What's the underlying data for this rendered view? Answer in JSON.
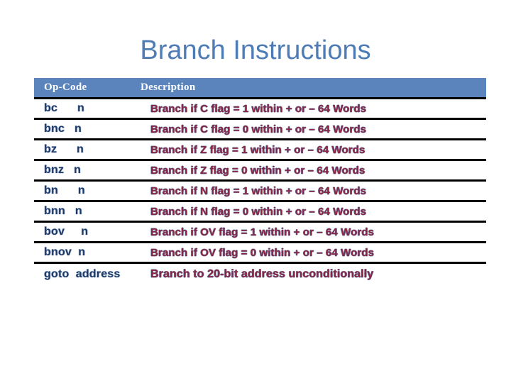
{
  "slide": {
    "title": "Branch Instructions",
    "title_color": "#4f7cb4",
    "background_color": "#ffffff"
  },
  "table": {
    "header_background": "#5b84bd",
    "header_text_color": "#ffffff",
    "opcode_text_color": "#1f3864",
    "description_text_color": "#8b2540",
    "separator_color": "#000000",
    "columns": [
      {
        "key": "opcode",
        "label": "Op-Code"
      },
      {
        "key": "description",
        "label": "Description"
      }
    ],
    "rows": [
      {
        "opcode": "bc      n",
        "description": "Branch if C flag = 1 within + or – 64 Words"
      },
      {
        "opcode": "bnc   n",
        "description": "Branch if C flag = 0 within + or – 64 Words"
      },
      {
        "opcode": "bz      n",
        "description": "Branch if Z flag = 1 within + or – 64 Words"
      },
      {
        "opcode": "bnz   n",
        "description": "Branch if Z flag = 0 within + or – 64 Words"
      },
      {
        "opcode": "bn      n",
        "description": "Branch if N flag = 1 within + or – 64 Words"
      },
      {
        "opcode": "bnn   n",
        "description": "Branch if N flag = 0 within + or – 64 Words"
      },
      {
        "opcode": "bov     n",
        "description": "Branch if OV flag = 1 within + or – 64 Words"
      },
      {
        "opcode": "bnov  n",
        "description": "Branch if OV flag = 0 within + or – 64 Words"
      },
      {
        "opcode": "goto  address",
        "description": "Branch to 20-bit address unconditionally"
      }
    ]
  }
}
